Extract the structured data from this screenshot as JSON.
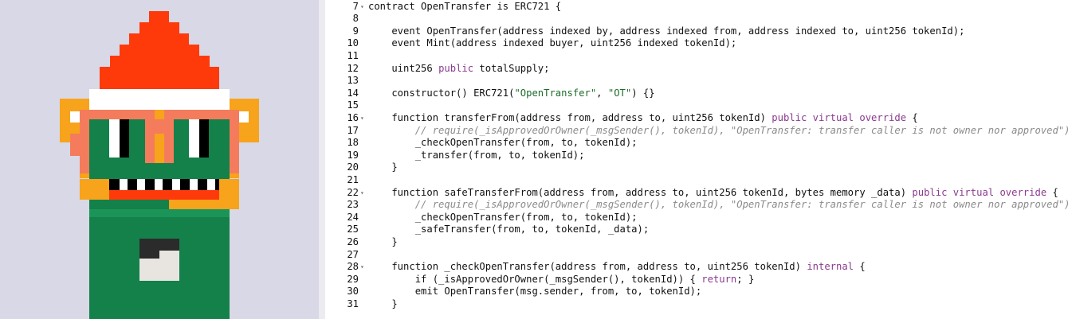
{
  "art": {
    "alt": "pixel-art character",
    "colors": {
      "background": "#d8d8e6",
      "hat": "#ff3a0a",
      "hat_brim": "#ffffff",
      "skin": "#f7a31b",
      "glasses": "#f47c5c",
      "eye_white": "#ffffff",
      "pupil": "#000000",
      "mouth": "#000000",
      "teeth": "#ffffff",
      "body": "#14804a",
      "outline": "#000000",
      "patch_dark": "#2b2b2b",
      "patch_light": "#e8e4e0"
    }
  },
  "editor": {
    "lines": [
      {
        "num": "7",
        "fold": "▾",
        "segs": [
          [
            "pl",
            "contract OpenTransfer is ERC721 {"
          ]
        ]
      },
      {
        "num": "8",
        "fold": "",
        "segs": []
      },
      {
        "num": "9",
        "fold": "",
        "segs": [
          [
            "pl",
            "    event OpenTransfer(address indexed by, address indexed from, address indexed to, uint256 tokenId);"
          ]
        ]
      },
      {
        "num": "10",
        "fold": "",
        "segs": [
          [
            "pl",
            "    event Mint(address indexed buyer, uint256 indexed tokenId);"
          ]
        ]
      },
      {
        "num": "11",
        "fold": "",
        "segs": []
      },
      {
        "num": "12",
        "fold": "",
        "segs": [
          [
            "pl",
            "    uint256 "
          ],
          [
            "kw",
            "public"
          ],
          [
            "pl",
            " totalSupply;"
          ]
        ]
      },
      {
        "num": "13",
        "fold": "",
        "segs": []
      },
      {
        "num": "14",
        "fold": "",
        "segs": [
          [
            "pl",
            "    constructor() ERC721("
          ],
          [
            "st",
            "\"OpenTransfer\""
          ],
          [
            "pl",
            ", "
          ],
          [
            "st",
            "\"OT\""
          ],
          [
            "pl",
            ") {}"
          ]
        ]
      },
      {
        "num": "15",
        "fold": "",
        "segs": []
      },
      {
        "num": "16",
        "fold": "▾",
        "segs": [
          [
            "pl",
            "    function transferFrom(address from, address to, uint256 tokenId) "
          ],
          [
            "kw",
            "public virtual override"
          ],
          [
            "pl",
            " {"
          ]
        ]
      },
      {
        "num": "17",
        "fold": "",
        "segs": [
          [
            "cm",
            "        // require(_isApprovedOrOwner(_msgSender(), tokenId), \"OpenTransfer: transfer caller is not owner nor approved\");"
          ]
        ]
      },
      {
        "num": "18",
        "fold": "",
        "segs": [
          [
            "pl",
            "        _checkOpenTransfer(from, to, tokenId);"
          ]
        ]
      },
      {
        "num": "19",
        "fold": "",
        "segs": [
          [
            "pl",
            "        _transfer(from, to, tokenId);"
          ]
        ]
      },
      {
        "num": "20",
        "fold": "",
        "segs": [
          [
            "pl",
            "    }"
          ]
        ]
      },
      {
        "num": "21",
        "fold": "",
        "segs": []
      },
      {
        "num": "22",
        "fold": "▾",
        "segs": [
          [
            "pl",
            "    function safeTransferFrom(address from, address to, uint256 tokenId, bytes memory _data) "
          ],
          [
            "kw",
            "public virtual override"
          ],
          [
            "pl",
            " {"
          ]
        ]
      },
      {
        "num": "23",
        "fold": "",
        "segs": [
          [
            "cm",
            "        // require(_isApprovedOrOwner(_msgSender(), tokenId), \"OpenTransfer: transfer caller is not owner nor approved\");"
          ]
        ]
      },
      {
        "num": "24",
        "fold": "",
        "segs": [
          [
            "pl",
            "        _checkOpenTransfer(from, to, tokenId);"
          ]
        ]
      },
      {
        "num": "25",
        "fold": "",
        "segs": [
          [
            "pl",
            "        _safeTransfer(from, to, tokenId, _data);"
          ]
        ]
      },
      {
        "num": "26",
        "fold": "",
        "segs": [
          [
            "pl",
            "    }"
          ]
        ]
      },
      {
        "num": "27",
        "fold": "",
        "segs": []
      },
      {
        "num": "28",
        "fold": "▾",
        "segs": [
          [
            "pl",
            "    function _checkOpenTransfer(address from, address to, uint256 tokenId) "
          ],
          [
            "kw",
            "internal"
          ],
          [
            "pl",
            " {"
          ]
        ]
      },
      {
        "num": "29",
        "fold": "",
        "segs": [
          [
            "pl",
            "        if (_isApprovedOrOwner(_msgSender(), tokenId)) { "
          ],
          [
            "kw",
            "return"
          ],
          [
            "pl",
            "; }"
          ]
        ]
      },
      {
        "num": "30",
        "fold": "",
        "segs": [
          [
            "pl",
            "        emit OpenTransfer(msg.sender, from, to, tokenId);"
          ]
        ]
      },
      {
        "num": "31",
        "fold": "",
        "segs": [
          [
            "pl",
            "    }"
          ]
        ]
      }
    ]
  }
}
